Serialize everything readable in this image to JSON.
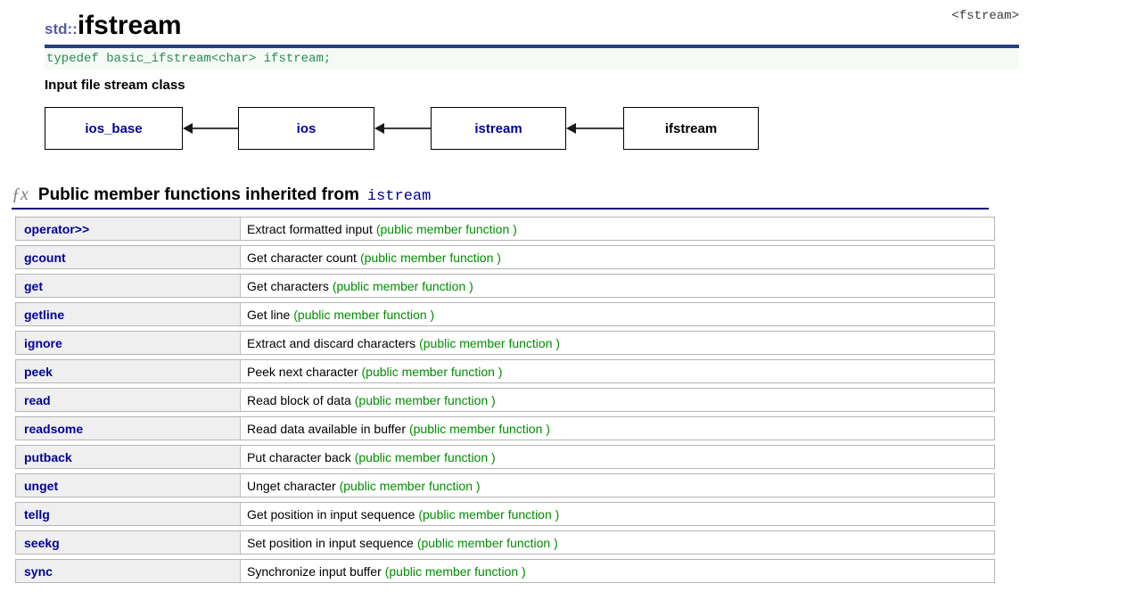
{
  "header": {
    "namespace": "std::",
    "title": "ifstream",
    "header_file": "<fstream>"
  },
  "declaration": {
    "code": "typedef basic_ifstream<char> ifstream;"
  },
  "class_description": "Input file stream class",
  "inheritance": {
    "boxes": [
      {
        "label": "ios_base"
      },
      {
        "label": "ios"
      },
      {
        "label": "istream"
      },
      {
        "label": "ifstream"
      }
    ]
  },
  "members": {
    "icon": "ƒx",
    "heading": "Public member functions inherited from",
    "heading_link": "istream",
    "rows": [
      {
        "name": "operator>>",
        "description": "Extract formatted input",
        "kind": "(public member function )"
      },
      {
        "name": "gcount",
        "description": "Get character count",
        "kind": "(public member function )"
      },
      {
        "name": "get",
        "description": "Get characters",
        "kind": "(public member function )"
      },
      {
        "name": "getline",
        "description": "Get line",
        "kind": "(public member function )"
      },
      {
        "name": "ignore",
        "description": "Extract and discard characters",
        "kind": "(public member function )"
      },
      {
        "name": "peek",
        "description": "Peek next character",
        "kind": "(public member function )"
      },
      {
        "name": "read",
        "description": "Read block of data",
        "kind": "(public member function )"
      },
      {
        "name": "readsome",
        "description": "Read data available in buffer",
        "kind": "(public member function )"
      },
      {
        "name": "putback",
        "description": "Put character back",
        "kind": "(public member function )"
      },
      {
        "name": "unget",
        "description": "Unget character",
        "kind": "(public member function )"
      },
      {
        "name": "tellg",
        "description": "Get position in input sequence",
        "kind": "(public member function )"
      },
      {
        "name": "seekg",
        "description": "Set position in input sequence",
        "kind": "(public member function )"
      },
      {
        "name": "sync",
        "description": "Synchronize input buffer",
        "kind": "(public member function )"
      }
    ]
  },
  "colors": {
    "accent_rule": "#25417d",
    "heading_underline": "#000080",
    "link_navy": "#000099",
    "code_green": "#278b50",
    "code_bg": "#f5faf5",
    "kind_green": "#008c00",
    "namespace_purple": "#5a5aa2",
    "row_header_bg": "#efefef"
  }
}
